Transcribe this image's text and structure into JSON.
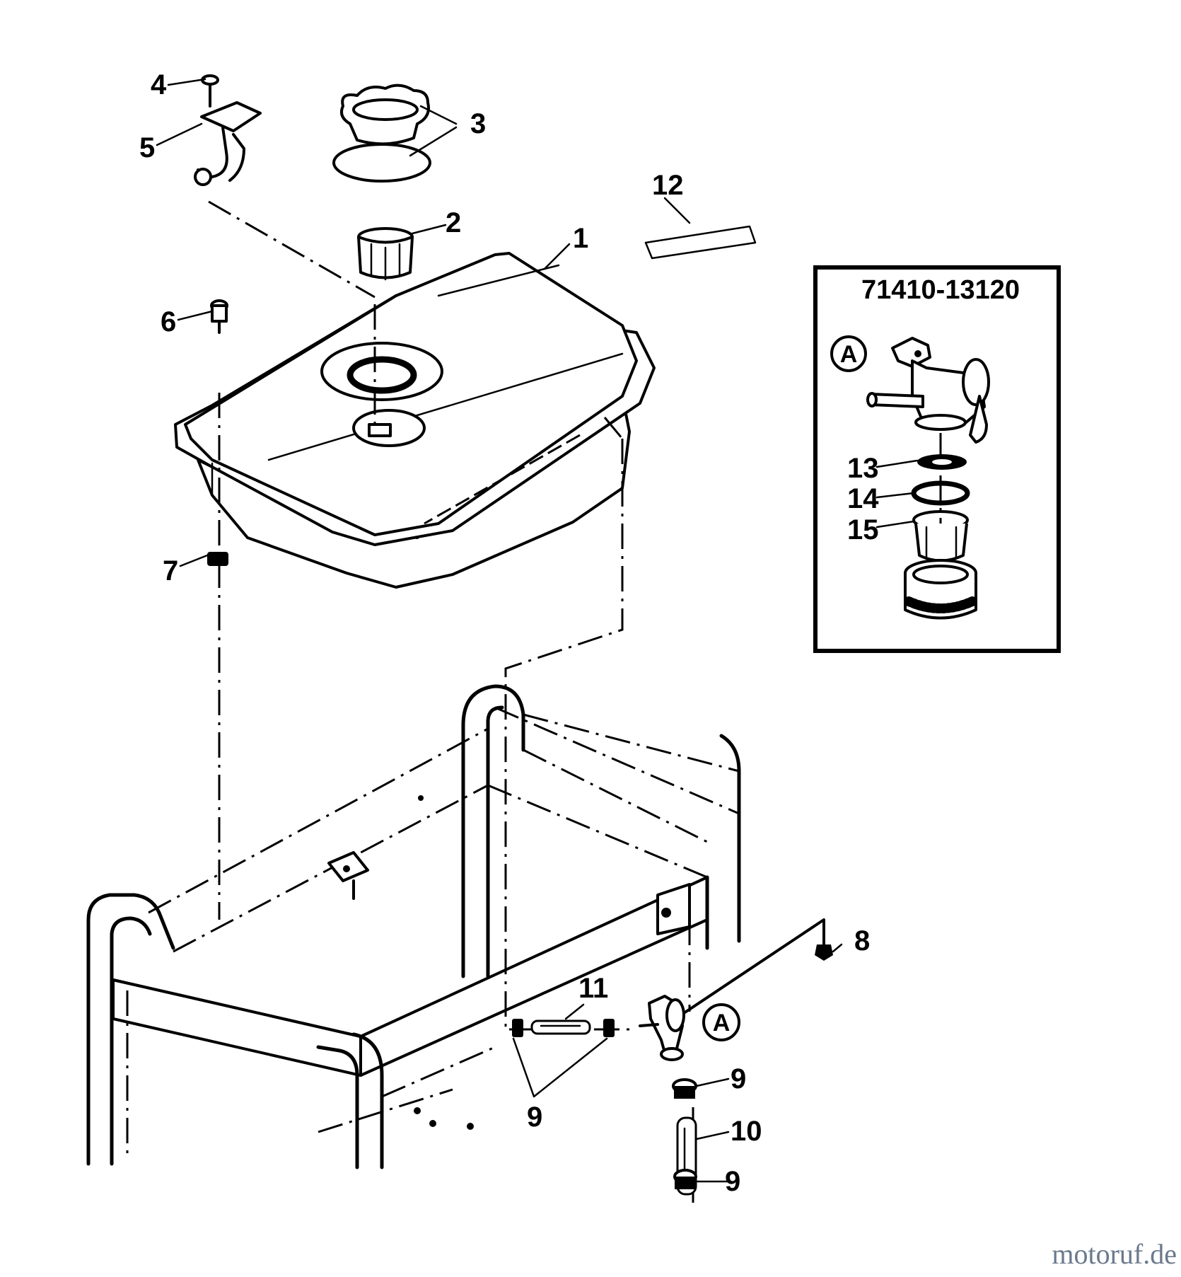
{
  "callouts": {
    "c1": "1",
    "c2": "2",
    "c3": "3",
    "c4": "4",
    "c5": "5",
    "c6": "6",
    "c7": "7",
    "c8": "8",
    "c9a": "9",
    "c9b": "9",
    "c9c": "9",
    "c10": "10",
    "c11": "11",
    "c12": "12",
    "c13": "13",
    "c14": "14",
    "c15": "15"
  },
  "inset": {
    "part_number": "71410-13120",
    "detail_letter": "A"
  },
  "detail_ref_letter": "A",
  "watermark": "motoruf.de"
}
